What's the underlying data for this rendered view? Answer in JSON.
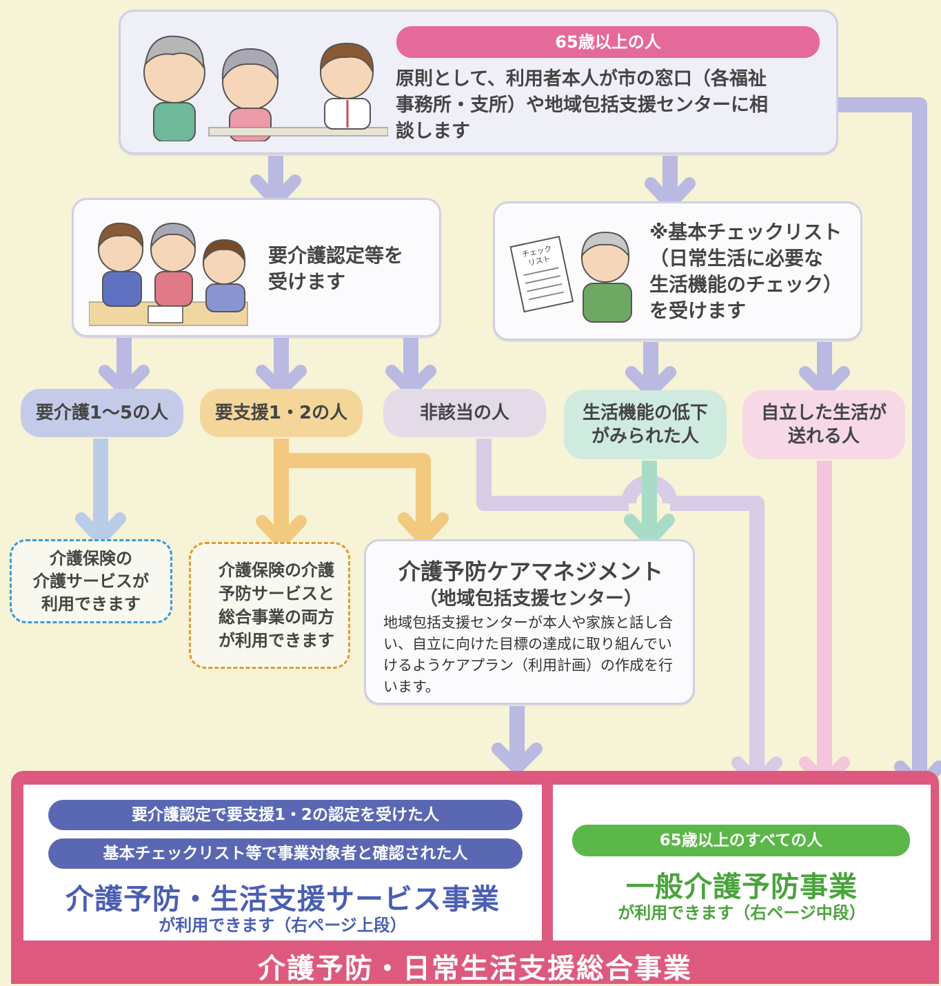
{
  "top": {
    "pill": "65歳以上の人",
    "text": "原則として、利用者本人が市の窓口（各福祉\n事務所・支所）や地域包括支援センターに相\n談します"
  },
  "mid_left": {
    "text": "要介護認定等を\n受けます"
  },
  "mid_right": {
    "text": "※基本チェックリスト\n（日常生活に必要な\n生活機能のチェック）\nを受けます",
    "checklist_label": "チェック\nリスト"
  },
  "categories": {
    "a": "要介護1〜5の人",
    "b": "要支援1・2の人",
    "c": "非該当の人",
    "d": "生活機能の低下\nがみられた人",
    "e": "自立した生活が\n送れる人"
  },
  "outcomes": {
    "blue": "介護保険の\n介護サービスが\n利用できます",
    "orange": "介護保険の介護\n予防サービスと\n総合事業の両方\nが利用できます"
  },
  "care": {
    "title": "介護予防ケアマネジメント",
    "subtitle": "（地域包括支援センター）",
    "desc": "地域包括支援センターが本人や家族と話し合い、自立に向けた目標の達成に取り組んでいけるようケアプラン（利用計画）の作成を行います。"
  },
  "bottom": {
    "left_pill_1": "要介護認定で要支援1・2の認定を受けた人",
    "left_pill_2": "基本チェックリスト等で事業対象者と確認された人",
    "left_title": "介護予防・生活支援サービス事業",
    "left_note": "が利用できます（右ページ上段）",
    "right_pill": "65歳以上のすべての人",
    "right_title": "一般介護予防事業",
    "right_note": "が利用できます（右ページ中段）",
    "footer": "介護予防・日常生活支援総合事業"
  },
  "colors": {
    "lavender": "#b9b9e2",
    "orange": "#f2c97f",
    "mint": "#a9dcc7",
    "lavender_light": "#d7cbe6",
    "pink_light": "#f3c6dc",
    "pink": "#dd5a7e",
    "blue_pill": "#5a68b4",
    "green": "#5bb848"
  }
}
